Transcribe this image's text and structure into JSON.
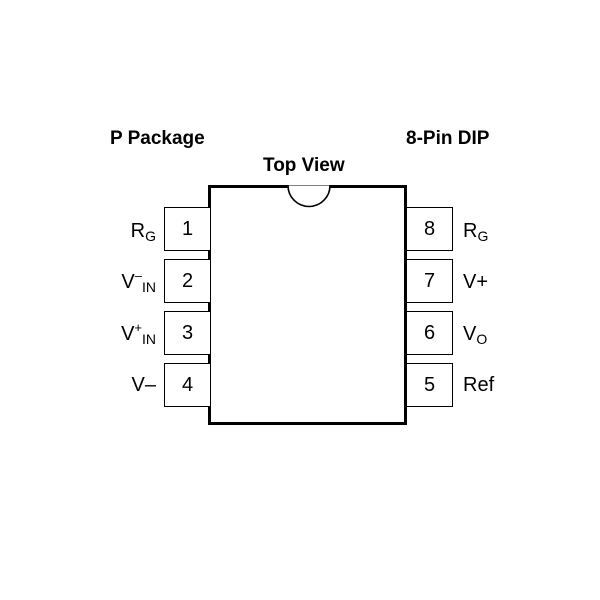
{
  "headings": {
    "package": "P Package",
    "pin_count": "8-Pin DIP",
    "view": "Top View"
  },
  "pins": {
    "left": [
      {
        "number": "1",
        "name": "R",
        "sup": "",
        "sub": "G"
      },
      {
        "number": "2",
        "name": "V",
        "sup": "–",
        "sub": "IN"
      },
      {
        "number": "3",
        "name": "V",
        "sup": "+",
        "sub": "IN"
      },
      {
        "number": "4",
        "name": "V–",
        "sup": "",
        "sub": ""
      }
    ],
    "right": [
      {
        "number": "8",
        "name": "R",
        "sup": "",
        "sub": "G"
      },
      {
        "number": "7",
        "name": "V+",
        "sup": "",
        "sub": ""
      },
      {
        "number": "6",
        "name": "V",
        "sup": "",
        "sub": "O"
      },
      {
        "number": "5",
        "name": "Ref",
        "sup": "",
        "sub": ""
      }
    ]
  }
}
